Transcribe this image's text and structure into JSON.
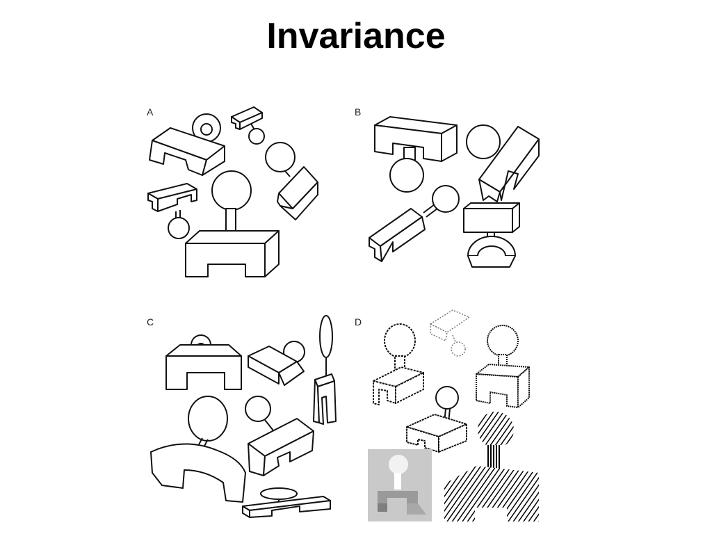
{
  "slide": {
    "title": "Invariance"
  },
  "figure": {
    "panels": [
      {
        "id": "panel-a",
        "label": "A"
      },
      {
        "id": "panel-b",
        "label": "B"
      },
      {
        "id": "panel-c",
        "label": "C"
      },
      {
        "id": "panel-d",
        "label": "D"
      }
    ]
  }
}
